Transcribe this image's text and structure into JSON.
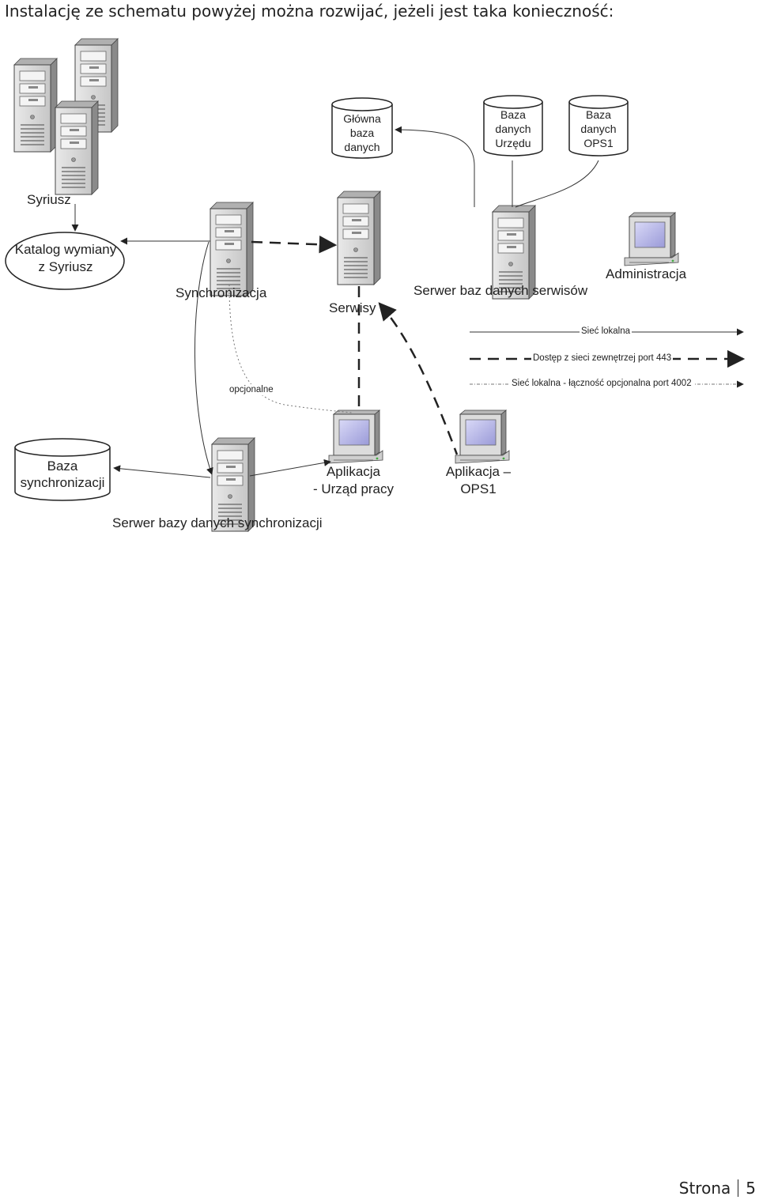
{
  "intro_text": "Instalację ze schematu powyżej można rozwijać, jeżeli jest taka konieczność:",
  "diagram": {
    "labels": {
      "syriusz": "Syriusz",
      "synchronizacja": "Synchronizacja",
      "serwisy": "Serwisy",
      "serwer_baz": "Serwer baz danych serwisów",
      "administracja": "Administracja",
      "opcjonalne": "opcjonalne",
      "serwer_sync": "Serwer bazy danych synchronizacji"
    },
    "ellipse": {
      "line1": "Katalog wymiany",
      "line2": "z Syriusz"
    },
    "databases": {
      "glowna": {
        "line1": "Główna",
        "line2": "baza",
        "line3": "danych"
      },
      "urzedu": {
        "line1": "Baza",
        "line2": "danych",
        "line3": "Urzędu"
      },
      "ops1": {
        "line1": "Baza",
        "line2": "danych",
        "line3": "OPS1"
      },
      "sync": {
        "line1": "Baza",
        "line2": "synchronizacji"
      }
    },
    "apps": {
      "urzad": {
        "line1": "Aplikacja",
        "line2": "- Urząd pracy"
      },
      "ops1": {
        "line1": "Aplikacja –",
        "line2": "OPS1"
      }
    },
    "legend": {
      "local": "Sieć lokalna",
      "external": "Dostęp z sieci zewnętrzej port 443",
      "optional": "Sieć lokalna - łączność opcjonalna port 4002"
    }
  },
  "footer": {
    "label": "Strona",
    "page": "5"
  }
}
